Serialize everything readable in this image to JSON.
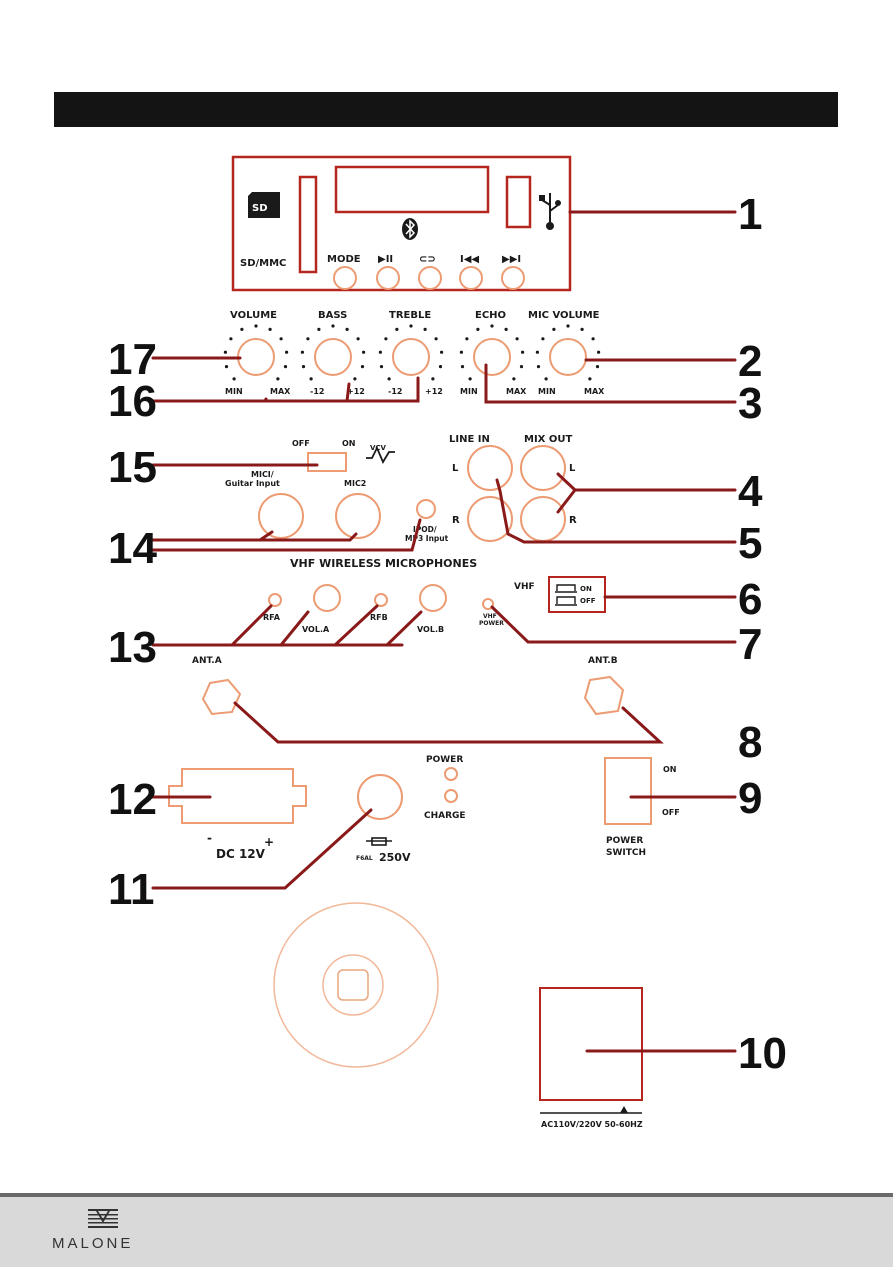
{
  "colors": {
    "outline": "#b4261e",
    "knob": "#ec9b72",
    "leader": "#8a1a1a",
    "text": "#1a1a1a",
    "header": "#141414"
  },
  "icons": {
    "sd": "sd-card-icon",
    "usb": "usb-icon",
    "bluetooth": "bluetooth-icon",
    "echo": "echo-switch-icon",
    "fuse": "fuse-icon"
  },
  "usb_panel": {
    "sd_badge": "SD",
    "sd_mmc": "SD/MMC",
    "buttons": [
      "MODE",
      "▶II",
      "⊂⊃",
      "I◀◀",
      "▶▶I"
    ]
  },
  "knobs": {
    "volume": {
      "title": "VOLUME",
      "min": "MIN",
      "max": "MAX"
    },
    "bass": {
      "title": "BASS",
      "min": "-12",
      "max": "+12"
    },
    "treble": {
      "title": "TREBLE",
      "min": "-12",
      "max": "+12"
    },
    "echo": {
      "title": "ECHO",
      "min": "MIN",
      "max": "MAX"
    },
    "mic_volume": {
      "title": "MIC VOLUME",
      "min": "MIN",
      "max": "MAX"
    }
  },
  "inputs": {
    "switch_off": "OFF",
    "switch_on": "ON",
    "mic1": "MICI/",
    "mic1_sub": "Guitar Input",
    "mic2": "MIC2",
    "ipod": "IPOD/",
    "ipod_sub": "MP3 Input",
    "line_in": "LINE IN",
    "mix_out": "MIX OUT",
    "left": "L",
    "right": "R"
  },
  "wireless": {
    "title": "VHF WIRELESS MICROPHONES",
    "vhf": "VHF",
    "on": "ON",
    "off": "OFF",
    "rfa": "RFA",
    "rfb": "RFB",
    "vol_a": "VOL.A",
    "vol_b": "VOL.B",
    "vhf_power": "VHF",
    "vhf_power_sub": "POWER"
  },
  "antennas": {
    "a": "ANT.A",
    "b": "ANT.B"
  },
  "power": {
    "power_led": "POWER",
    "charge_led": "CHARGE",
    "dc_minus": "-",
    "dc_plus": "+",
    "dc": "DC 12V",
    "fuse_small": "F6AL",
    "fuse_big": "250V",
    "switch_on": "ON",
    "switch_off": "OFF",
    "switch_label_1": "POWER",
    "switch_label_2": "SWITCH",
    "ac": "AC110V/220V 50-60HZ"
  },
  "callouts": [
    "1",
    "2",
    "3",
    "4",
    "5",
    "6",
    "7",
    "8",
    "9",
    "10",
    "11",
    "12",
    "13",
    "14",
    "15",
    "16",
    "17"
  ],
  "footer": {
    "brand": "MALONE"
  }
}
